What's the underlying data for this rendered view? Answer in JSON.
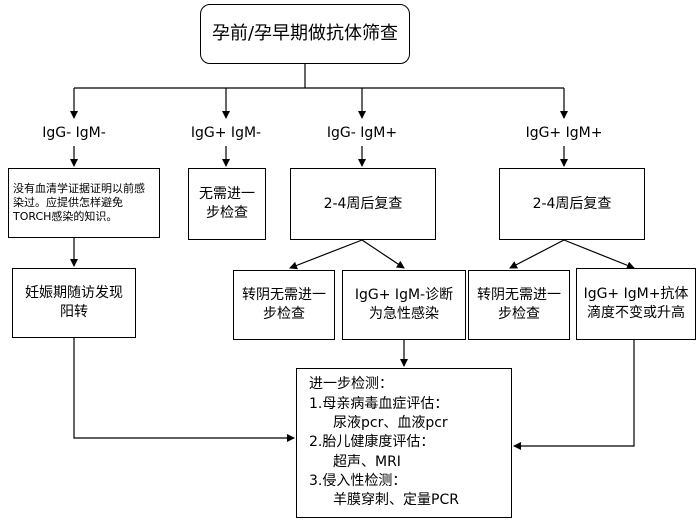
{
  "title": "孕前/孕早期做抗体筛查",
  "branches": {
    "neg_neg": "IgG- IgM-",
    "pos_neg": "IgG+ IgM-",
    "neg_pos": "IgG- IgM+",
    "pos_pos": "IgG+ IgM+"
  },
  "nodes": {
    "no_infection_note": "没有血清学证据证明以前感染过。应提供怎样避免TORCH感染的知识。",
    "no_further_check": "无需进一步检查",
    "recheck_a": "2-4周后复查",
    "recheck_b": "2-4周后复查",
    "seroconversion": "妊娠期随访发现阳转",
    "convert_negative_a": "转阴无需进一步检查",
    "acute_infection": "IgG+ IgM-诊断为急性感染",
    "convert_negative_b": "转阴无需进一步检查",
    "titer_stable": "IgG+ IgM+抗体滴度不变或升高"
  },
  "further_tests": {
    "heading": "进一步检测：",
    "item1": "1.母亲病毒血症评估：",
    "item1_detail": "尿液pcr、血液pcr",
    "item2": "2.胎儿健康度评估：",
    "item2_detail": "超声、MRI",
    "item3": "3.侵入性检测：",
    "item3_detail": "羊膜穿刺、定量PCR"
  }
}
